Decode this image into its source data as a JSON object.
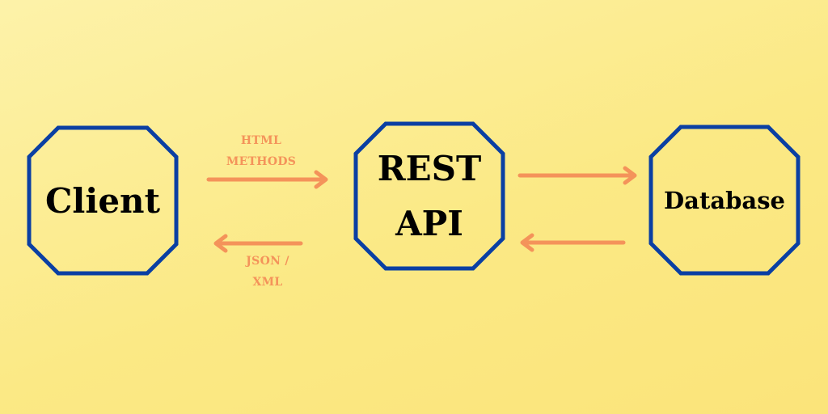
{
  "nodes": {
    "client": {
      "label": "Client"
    },
    "rest_api": {
      "label_line1": "REST",
      "label_line2": "API"
    },
    "database": {
      "label": "Database"
    }
  },
  "edges": {
    "client_to_api": {
      "label_line1": "HTML",
      "label_line2": "METHODS"
    },
    "api_to_client": {
      "label_line1": "JSON /",
      "label_line2": "XML"
    }
  },
  "colors": {
    "node_border": "#0a3fa3",
    "arrow": "#f4935a",
    "background": "#fbe985"
  }
}
